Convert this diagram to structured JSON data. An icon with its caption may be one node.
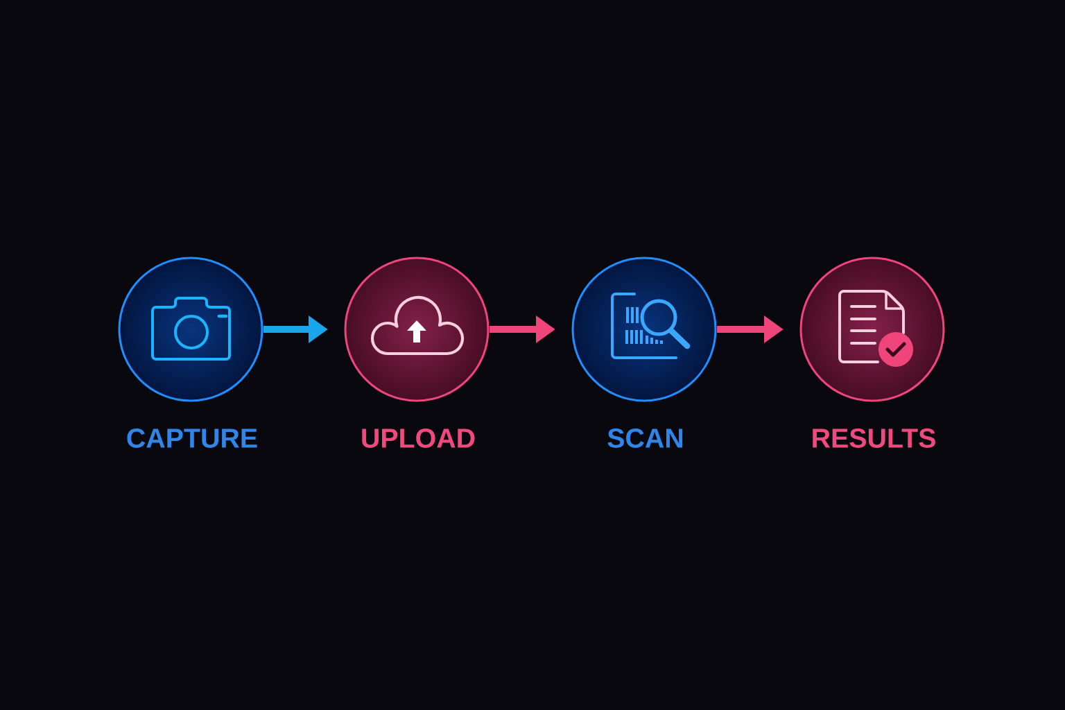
{
  "diagram": {
    "nodes": [
      {
        "text": [
          "CAPTURE"
        ]
      },
      {
        "text": [
          "UPLOAD"
        ]
      },
      {
        "text": [
          "SCAN"
        ]
      },
      {
        "text": [
          "RESULTS"
        ]
      }
    ],
    "edges": [
      {
        "from": 0,
        "to": 1,
        "arrow": "to",
        "color": "#1aa6ea"
      },
      {
        "from": 1,
        "to": 2,
        "arrow": "to"
      },
      {
        "from": 2,
        "to": 3,
        "arrow": "to"
      }
    ]
  }
}
